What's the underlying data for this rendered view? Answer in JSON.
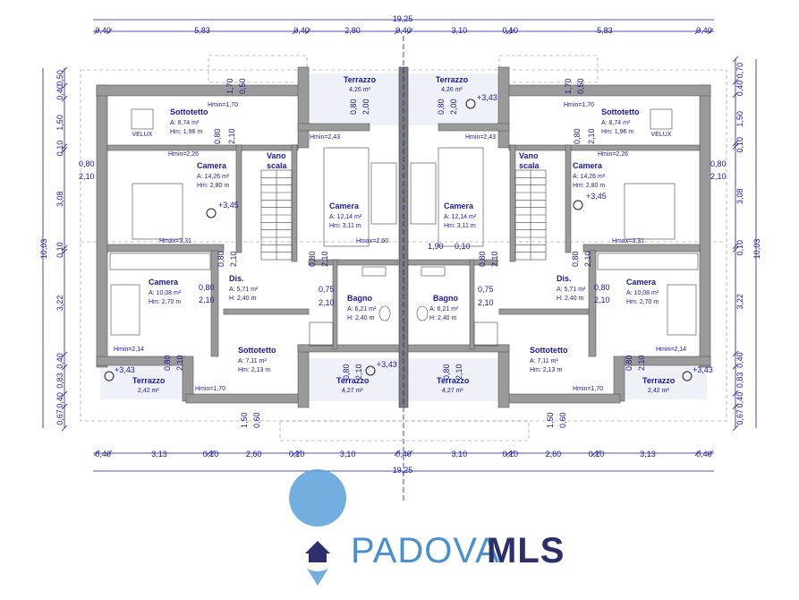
{
  "top_dims": {
    "total": "19,25",
    "segments": [
      "0,40",
      "5,83",
      "0,40",
      "2,80",
      "0,40",
      "3,10",
      "0,10",
      "5,83",
      "0,40"
    ]
  },
  "bottom_dims": {
    "total": "19,25",
    "segments": [
      "0,40",
      "3,13",
      "0,10",
      "2,60",
      "0,10",
      "3,10",
      "0,40",
      "3,10",
      "0,10",
      "2,60",
      "0,10",
      "3,13",
      "0,40"
    ]
  },
  "left_dims": {
    "total": "10,03",
    "segments": [
      "0,50",
      "0,40",
      "1,50",
      "0,10",
      "3,08",
      "0,10",
      "3,22",
      "0,40",
      "0,83",
      "0,40",
      "0,67"
    ]
  },
  "right_dims": {
    "total": "10,03",
    "segments": [
      "0,70",
      "0,40",
      "1,50",
      "0,10",
      "3,08",
      "0,10",
      "3,22",
      "0,40",
      "0,83",
      "0,40",
      "0,67"
    ]
  },
  "rooms": {
    "terrazzo_top_l": {
      "name": "Terrazzo",
      "a": "4,26 m²"
    },
    "terrazzo_top_r": {
      "name": "Terrazzo",
      "a": "4,26 m²"
    },
    "sottotetto_tl": {
      "name": "Sottotetto",
      "a": "A: 8,74 m²",
      "h": "Hm: 1,96 m",
      "velux": "VELUX"
    },
    "sottotetto_tr": {
      "name": "Sottotetto",
      "a": "A: 8,74 m²",
      "h": "Hm: 1,96 m",
      "velux": "VELUX"
    },
    "camera_l1": {
      "name": "Camera",
      "a": "A: 14,26 m²",
      "h": "Hm: 2,80 m"
    },
    "camera_r1": {
      "name": "Camera",
      "a": "A: 14,26 m²",
      "h": "Hm: 2,80 m"
    },
    "vano_l": {
      "name": "Vano\nscala",
      "l1": "Vano",
      "l2": "scala"
    },
    "vano_r": {
      "l1": "Vano",
      "l2": "scala"
    },
    "camera_cl": {
      "name": "Camera",
      "a": "A: 12,14 m²",
      "h": "Hm: 3,11 m"
    },
    "camera_cr": {
      "name": "Camera",
      "a": "A: 12,14 m²",
      "h": "Hm: 3,11 m"
    },
    "camera_l2": {
      "name": "Camera",
      "a": "A: 10,08 m²",
      "h": "Hm: 2,70 m"
    },
    "camera_r2": {
      "name": "Camera",
      "a": "A: 10,08 m²",
      "h": "Hm: 2,70 m"
    },
    "dis_l": {
      "name": "Dis.",
      "a": "A: 5,71 m²",
      "h": "H: 2,40 m"
    },
    "dis_r": {
      "name": "Dis.",
      "a": "A: 5,71 m²",
      "h": "H: 2,40 m"
    },
    "bagno_l": {
      "name": "Bagno",
      "a": "A: 6,21 m²",
      "h": "H: 2,40 m"
    },
    "bagno_r": {
      "name": "Bagno",
      "a": "A: 6,21 m²",
      "h": "H: 2,40 m"
    },
    "sottotetto_bl": {
      "name": "Sottotetto",
      "a": "A: 7,11 m²",
      "h": "Hm: 2,13 m"
    },
    "sottotetto_br": {
      "name": "Sottotetto",
      "a": "A: 7,11 m²",
      "h": "Hm: 2,13 m"
    },
    "terrazzo_bl": {
      "name": "Terrazzo",
      "a": "2,42 m²"
    },
    "terrazzo_br": {
      "name": "Terrazzo",
      "a": "2,42 m²"
    },
    "terrazzo_bcl": {
      "name": "Terrazzo",
      "a": "4,27 m²"
    },
    "terrazzo_bcr": {
      "name": "Terrazzo",
      "a": "4,27 m²"
    }
  },
  "labels": {
    "hmin_170": "Hmin=1,70",
    "hmin_226": "Hmin=2,26",
    "hmin_243": "Hmin=2,43",
    "hmin_214": "Hmin=2,14",
    "hmax_331": "Hmax=3,31",
    "hmax_260": "Hmax=2,60",
    "lvl_345": "+3,45",
    "lvl_343": "+3,43",
    "d080": "0,80",
    "d210": "2,10",
    "d075": "0,75",
    "d170": "1,70",
    "d050": "0,50",
    "d200": "2,00",
    "d150": "1,50",
    "d060": "0,60",
    "d190": "1,90",
    "d010": "0,10"
  },
  "logo": {
    "part1": "PADOVA",
    "part2": "MLS"
  },
  "colors": {
    "dim_blue": "#1a1aa0",
    "logo_blue": "#4a8fd0",
    "logo_dark": "#2b2f6b"
  }
}
